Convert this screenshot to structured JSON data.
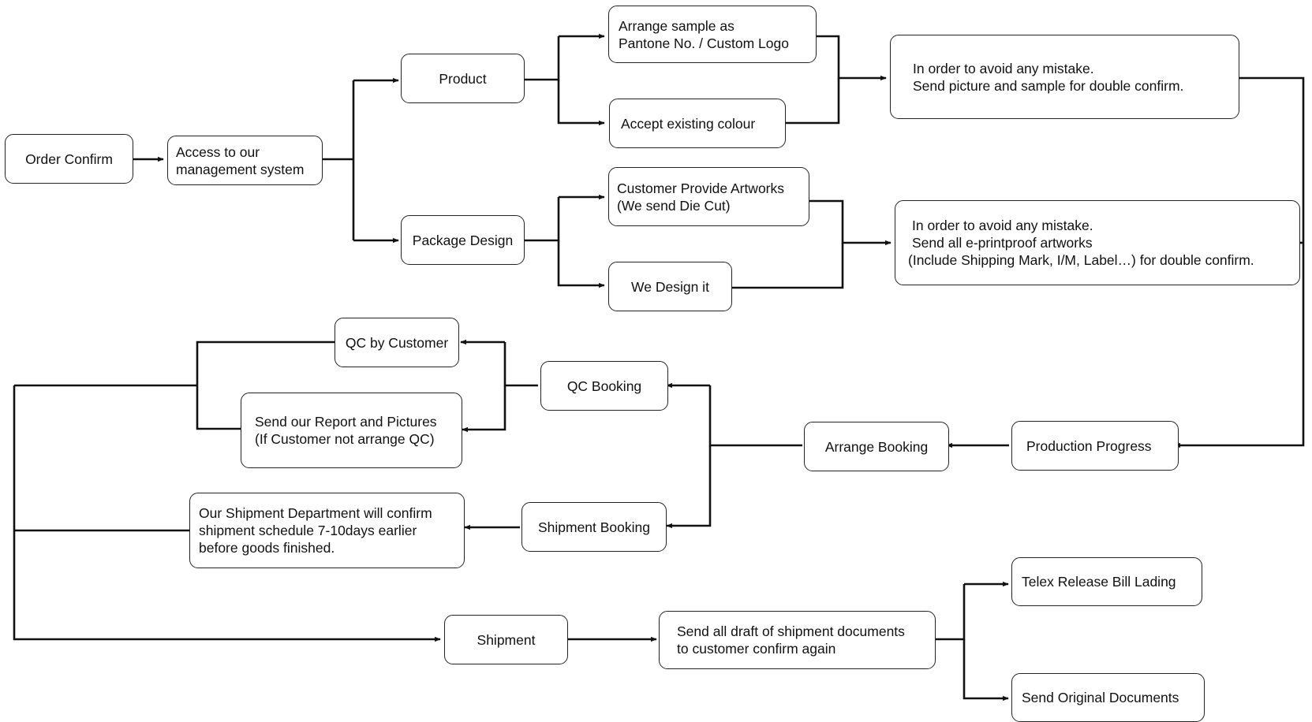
{
  "nodes": {
    "order_confirm": "Order Confirm",
    "access_system": [
      "Access to our",
      "management system"
    ],
    "product": "Product",
    "package_design": "Package Design",
    "arrange_sample": [
      "Arrange sample as",
      "Pantone No. / Custom Logo"
    ],
    "accept_colour": "Accept existing colour",
    "customer_artworks": [
      "Customer Provide Artworks",
      "(We send Die Cut)"
    ],
    "we_design": "We Design it",
    "avoid_mistake_product": [
      "In order to avoid any mistake.",
      "Send picture and sample for double confirm."
    ],
    "avoid_mistake_package": [
      "In order to avoid any mistake.",
      "Send all e-printproof artworks",
      "(Include Shipping Mark, I/M, Label…) for double confirm."
    ],
    "production_progress": "Production Progress",
    "arrange_booking": "Arrange Booking",
    "qc_booking": "QC Booking",
    "shipment_booking": "Shipment Booking",
    "qc_by_customer": "QC by Customer",
    "send_report": [
      "Send our Report and Pictures",
      "(If Customer not arrange QC)"
    ],
    "shipment_dept": [
      "Our Shipment Department will confirm",
      "shipment schedule 7-10days earlier",
      "before goods finished."
    ],
    "shipment": "Shipment",
    "send_draft": [
      "Send all draft of shipment documents",
      "to customer confirm again"
    ],
    "telex_release": "Telex Release Bill Lading",
    "send_original": "Send Original Documents"
  }
}
